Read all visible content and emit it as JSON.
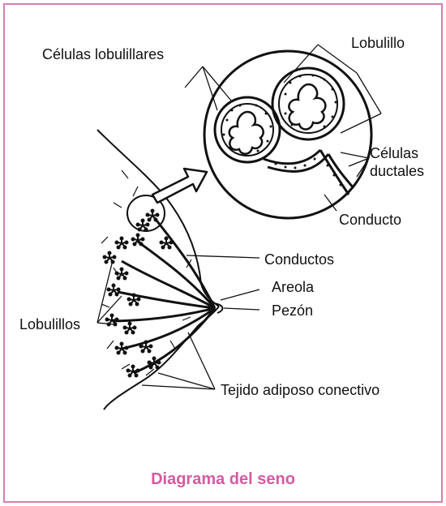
{
  "frame_color": "#d67db4",
  "caption_color": "#d45aa3",
  "labels": {
    "celulas_lobulillares": "Células lobulillares",
    "lobulillo": "Lobulillo",
    "celulas_ductales_1": "Células",
    "celulas_ductales_2": "ductales",
    "conducto": "Conducto",
    "conductos": "Conductos",
    "areola": "Areola",
    "pezon": "Pezón",
    "lobulillos": "Lobulillos",
    "tejido": "Tejido adiposo conectivo"
  },
  "caption": "Diagrama del seno"
}
